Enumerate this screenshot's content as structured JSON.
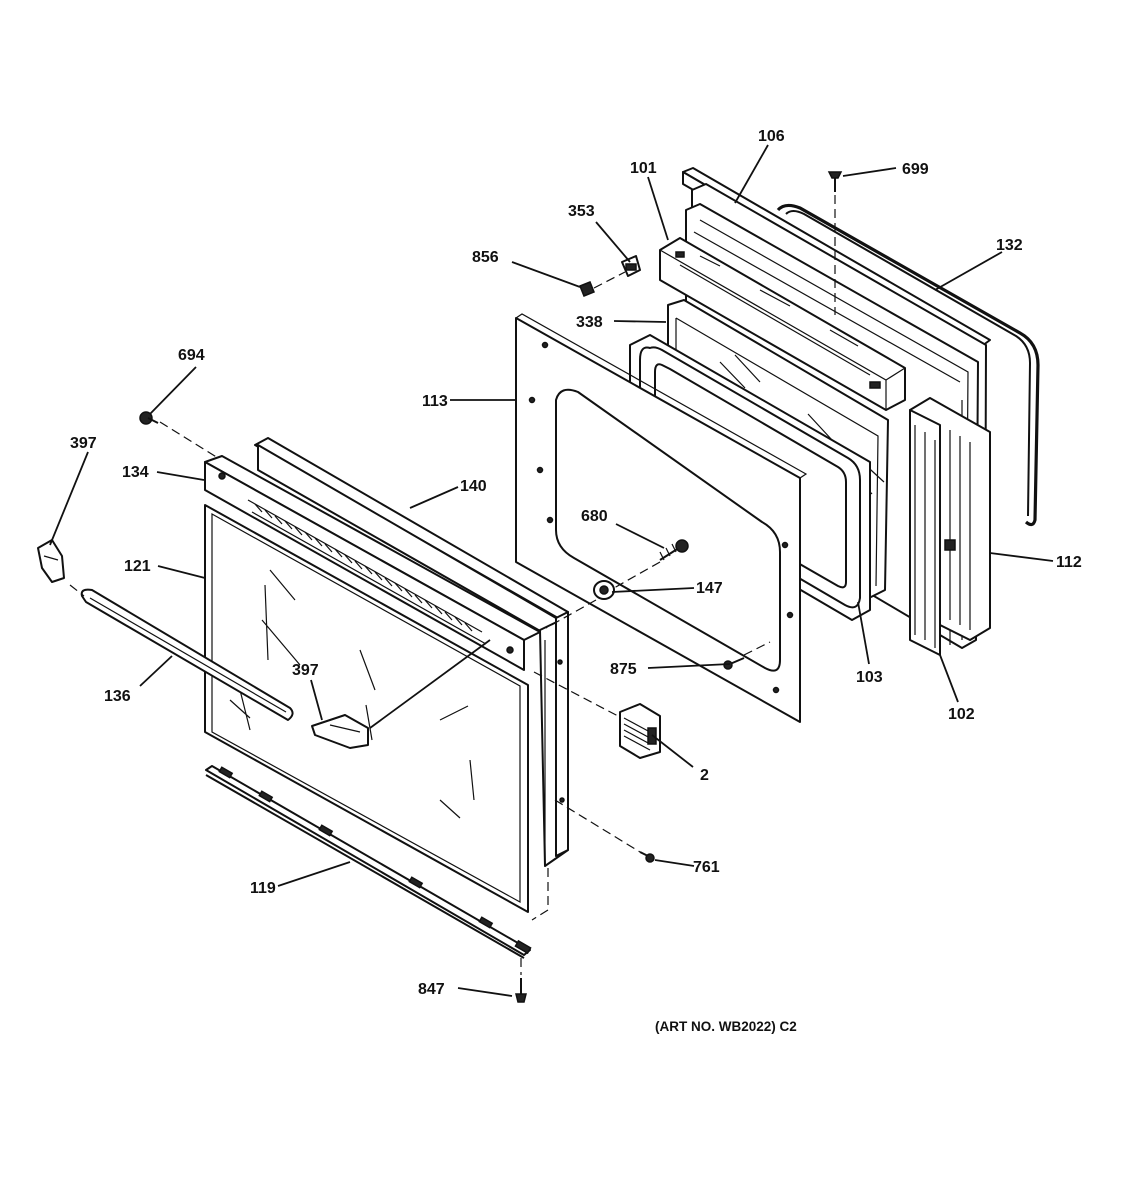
{
  "diagram": {
    "callouts": {
      "c106": "106",
      "c699": "699",
      "c101": "101",
      "c353": "353",
      "c132": "132",
      "c856": "856",
      "c338": "338",
      "c694": "694",
      "c113": "113",
      "c397_left": "397",
      "c134": "134",
      "c140": "140",
      "c680": "680",
      "c121": "121",
      "c112": "112",
      "c147": "147",
      "c397_center": "397",
      "c136": "136",
      "c875": "875",
      "c103": "103",
      "c102": "102",
      "c2": "2",
      "c761": "761",
      "c119": "119",
      "c847": "847"
    },
    "art_number": "(ART NO. WB2022) C2"
  }
}
